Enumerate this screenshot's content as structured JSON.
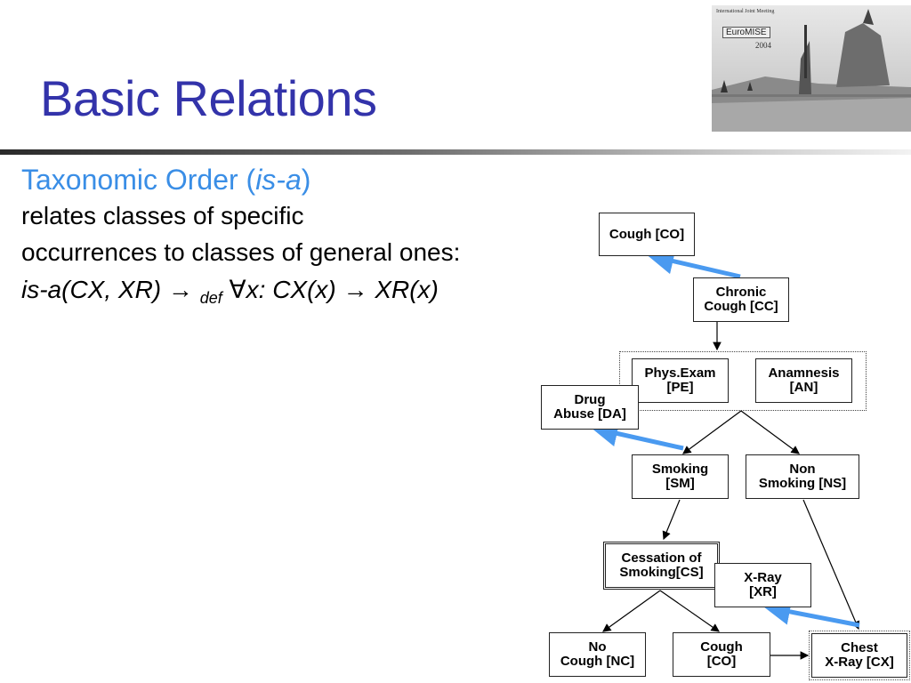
{
  "slide": {
    "title": "Basic Relations"
  },
  "logo": {
    "meeting": "International Joint Meeting",
    "name": "EuroMISE",
    "year": "2004"
  },
  "content": {
    "subheading_main": "Taxonomic Order (",
    "subheading_italic": "is-a",
    "subheading_close": ")",
    "line1": "relates classes of specific",
    "line2": "occurrences to classes of general ones:",
    "formula_part1": "is-a(CX, XR) → ",
    "formula_def": "def",
    "formula_part2": " ∀x: CX(x) → XR(x)"
  },
  "diagram": {
    "nodes": {
      "cough_co_top": "Cough [CO]",
      "chronic_cough": "Chronic\nCough [CC]",
      "phys_exam": "Phys.Exam\n[PE]",
      "anamnesis": "Anamnesis\n[AN]",
      "drug_abuse": "Drug\nAbuse [DA]",
      "smoking": "Smoking\n[SM]",
      "non_smoking": "Non\nSmoking [NS]",
      "cessation": "Cessation of\nSmoking[CS]",
      "xray": "X-Ray\n[XR]",
      "no_cough": "No\nCough [NC]",
      "cough_co_bottom": "Cough\n[CO]",
      "chest_xray": "Chest\nX-Ray [CX]"
    },
    "colors": {
      "isa_arrow": "#4a9af0",
      "edge": "#000000"
    }
  }
}
